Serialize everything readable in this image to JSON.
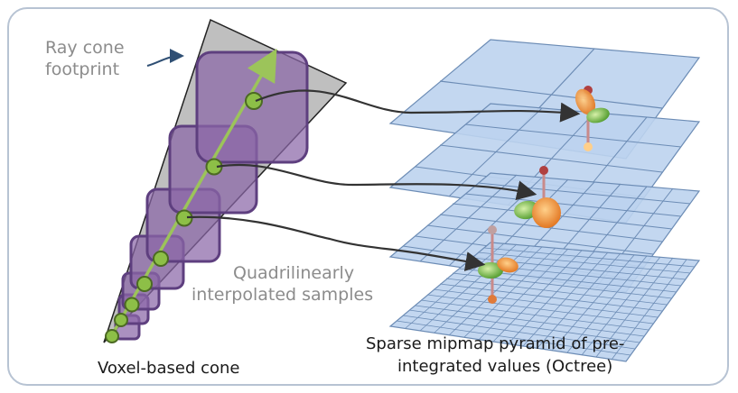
{
  "labels": {
    "footprint_line1": "Ray cone",
    "footprint_line2": "footprint",
    "samples_line1": "Quadrilinearly",
    "samples_line2": "interpolated samples",
    "cone_caption": "Voxel-based cone",
    "pyramid_line1": "Sparse mipmap pyramid of pre-",
    "pyramid_line2": "integrated values (Octree)"
  },
  "colors": {
    "frame_border": "#b7c3d3",
    "cone_fill": "#a9a9a9",
    "voxel_fill": "#8a67a8",
    "voxel_stroke": "#5e3f7f",
    "ray": "#9cc45a",
    "sample_point": "#8dbf47",
    "plane_fill": "#bcd3ee",
    "plane_grid": "#6c8cb5",
    "arrow": "#333333",
    "lobe_orange": "#f08a2a",
    "lobe_green": "#7cc24a",
    "axis_red": "#b04040"
  },
  "pyramid": {
    "levels": [
      2,
      4,
      8
    ]
  },
  "icons": [
    "ray-arrow-icon",
    "mapping-arrow-icon",
    "radiance-lobe-icon"
  ]
}
